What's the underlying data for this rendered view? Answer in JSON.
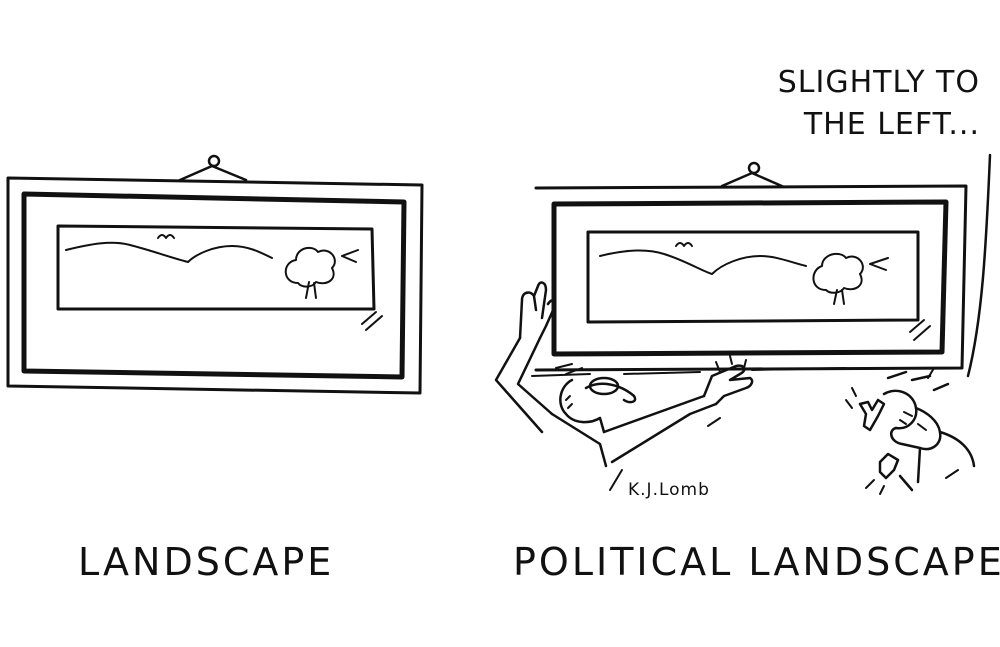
{
  "panels": {
    "left": {
      "caption": "LANDSCAPE"
    },
    "right": {
      "caption": "POLITICAL LANDSCAPE",
      "speech": {
        "line1": "SLIGHTLY TO",
        "line2": "THE LEFT..."
      }
    }
  },
  "signature": "K.J.Lomb",
  "colors": {
    "ink": "#111111",
    "paper": "#ffffff"
  }
}
